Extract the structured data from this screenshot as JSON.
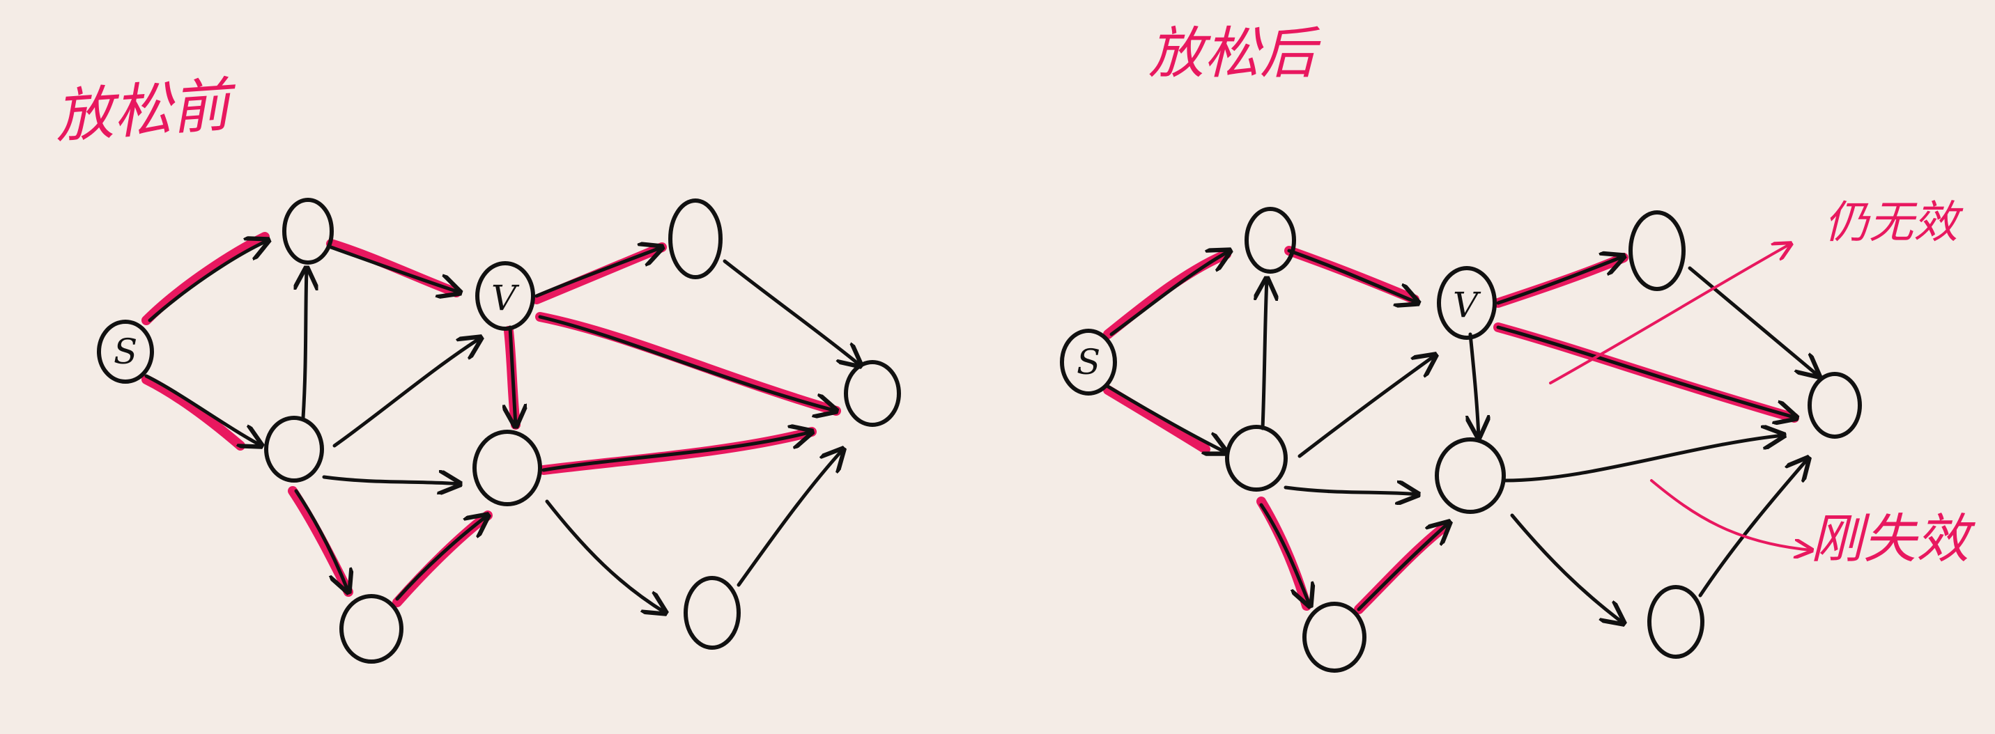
{
  "colors": {
    "background": "#f4ece6",
    "ink": "#111111",
    "highlight": "#e8185f"
  },
  "left_diagram": {
    "title": "放松前",
    "nodes": {
      "s": "S",
      "v": "V"
    }
  },
  "right_diagram": {
    "title": "放松后",
    "nodes": {
      "s": "S",
      "v": "V"
    },
    "annotations": {
      "removed_edge_note": "仍无效",
      "new_edge_note": "刚失效"
    }
  }
}
